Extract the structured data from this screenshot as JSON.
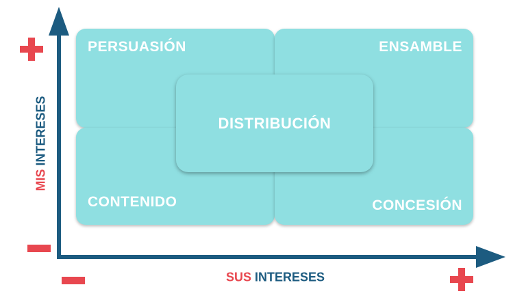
{
  "quadrants": {
    "top_left": "PERSUASIÓN",
    "top_right": "ENSAMBLE",
    "bottom_left": "CONTENIDO",
    "bottom_right": "CONCESIÓN",
    "center": "DISTRIBUCIÓN"
  },
  "y_axis": {
    "label_part1": "MIS",
    "label_part2": "INTERESES",
    "high_sign": "+",
    "low_sign": "−"
  },
  "x_axis": {
    "label_part1": "SUS",
    "label_part2": "INTERESES",
    "high_sign": "+",
    "low_sign": "−"
  },
  "colors": {
    "box_fill": "#8fdfe1",
    "axis": "#1c5b80",
    "sign": "#e8474f",
    "label_text": "#ffffff"
  }
}
